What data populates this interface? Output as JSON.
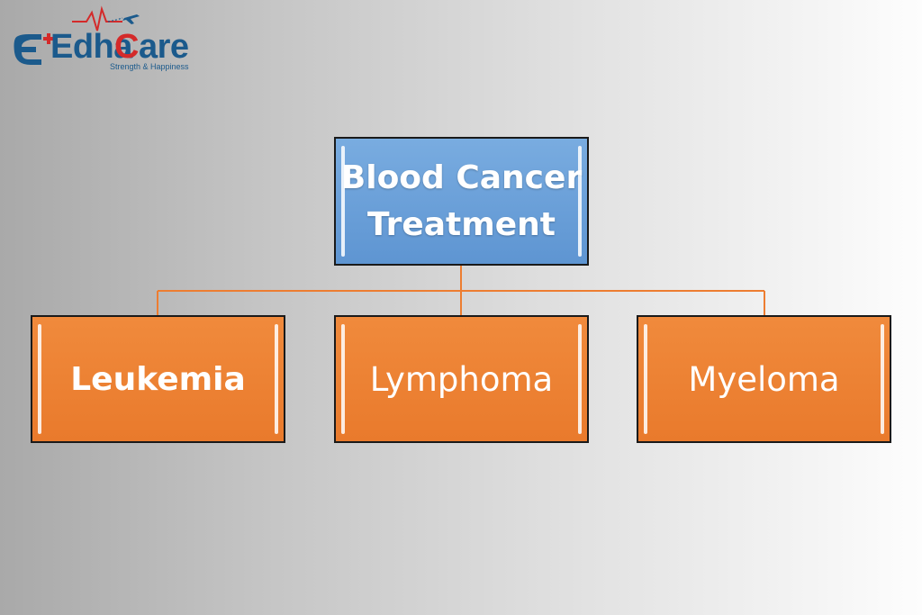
{
  "logo": {
    "word_part1": "Edha",
    "word_part2_first": "C",
    "word_part2_rest": "are",
    "tagline": "Strength & Happiness",
    "colors": {
      "primary": "#1b5a8c",
      "accent": "#d42a2a"
    }
  },
  "diagram": {
    "root": {
      "line1": "Blood Cancer",
      "line2": "Treatment"
    },
    "children": [
      {
        "label": "Leukemia"
      },
      {
        "label": "Lymphoma"
      },
      {
        "label": "Myeloma"
      }
    ],
    "colors": {
      "root_fill": "#6a9fd8",
      "child_fill": "#ed7d31",
      "connector": "#ed7d31",
      "border": "#1a1a1a"
    }
  }
}
